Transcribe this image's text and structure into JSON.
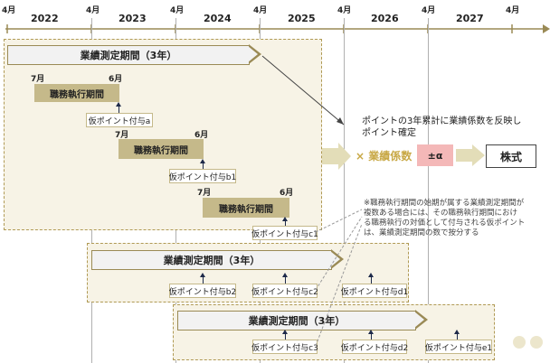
{
  "timeline": {
    "months": [
      "4月",
      "4月",
      "4月",
      "4月",
      "4月",
      "4月",
      "4月"
    ],
    "years": [
      "2022",
      "2023",
      "2024",
      "2025",
      "2026",
      "2027"
    ]
  },
  "performance": {
    "label": "業績測定期間（3年）"
  },
  "execution": {
    "label": "職務執行期間",
    "start_month": "7月",
    "end_month": "6月"
  },
  "provisional": {
    "a": "仮ポイント付与a",
    "b1": "仮ポイント付与b1",
    "b2": "仮ポイント付与b2",
    "c1": "仮ポイント付与c1",
    "c2": "仮ポイント付与c2",
    "c3": "仮ポイント付与c3",
    "d1": "仮ポイント付与d1",
    "d2": "仮ポイント付与d2",
    "e1": "仮ポイント付与e1"
  },
  "flow": {
    "caption_line1": "ポイントの3年累計に業績係数を反映し",
    "caption_line2": "ポイント確定",
    "coef": "× 業績係数",
    "alpha": "±α",
    "stock": "株式"
  },
  "note": {
    "line1": "※職務執行期間の始期が属する業績測定期間が",
    "line2": "複数ある場合には、その職務執行期間におけ",
    "line3": "る職務執行の対価として付与される仮ポイント",
    "line4": "は、業績測定期間の数で按分する"
  },
  "colors": {
    "accent_dark": "#b09a55",
    "exec_fill": "#c5b98a",
    "alpha_fill": "#f4b8b8",
    "coef_text": "#c8a845",
    "shade": "#f7f3e6"
  }
}
